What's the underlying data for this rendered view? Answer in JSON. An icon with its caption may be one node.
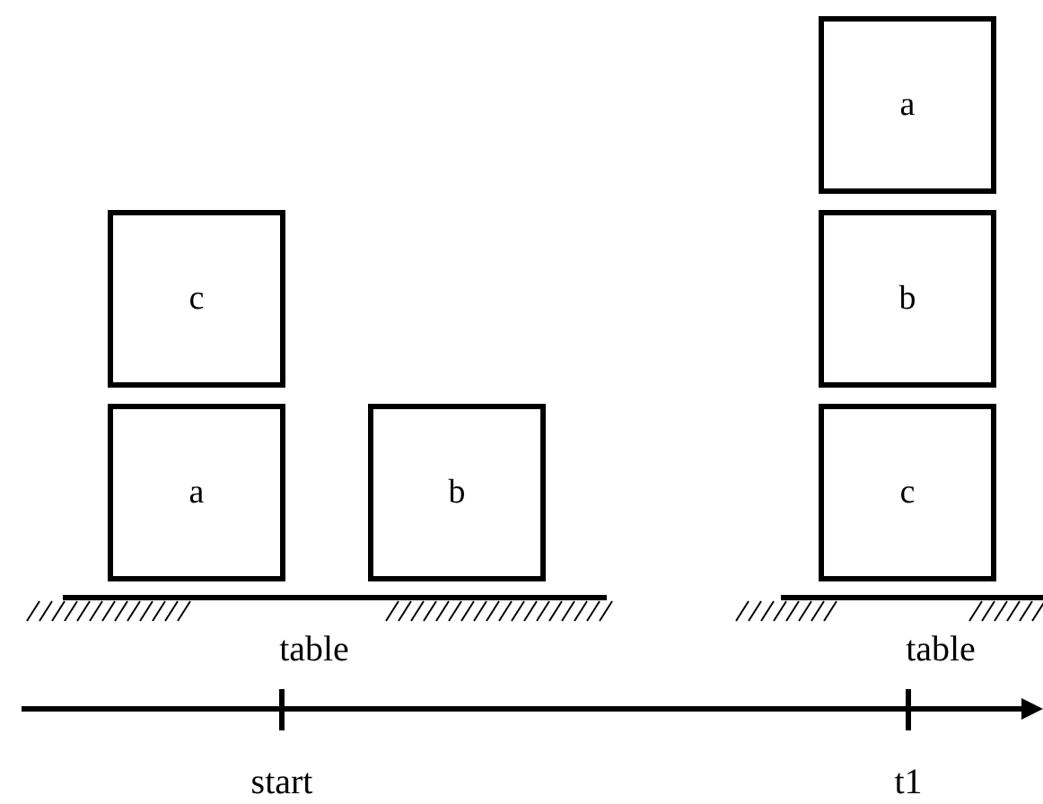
{
  "diagram": {
    "nodes": [
      {
        "text": [
          "a"
        ]
      },
      {
        "text": [
          "c"
        ]
      },
      {
        "text": [
          "b"
        ]
      },
      {
        "text": [
          "a"
        ]
      },
      {
        "text": [
          "b"
        ]
      },
      {
        "text": [
          "c"
        ]
      }
    ],
    "labels": [
      "table",
      "table",
      "start",
      "t1"
    ]
  }
}
